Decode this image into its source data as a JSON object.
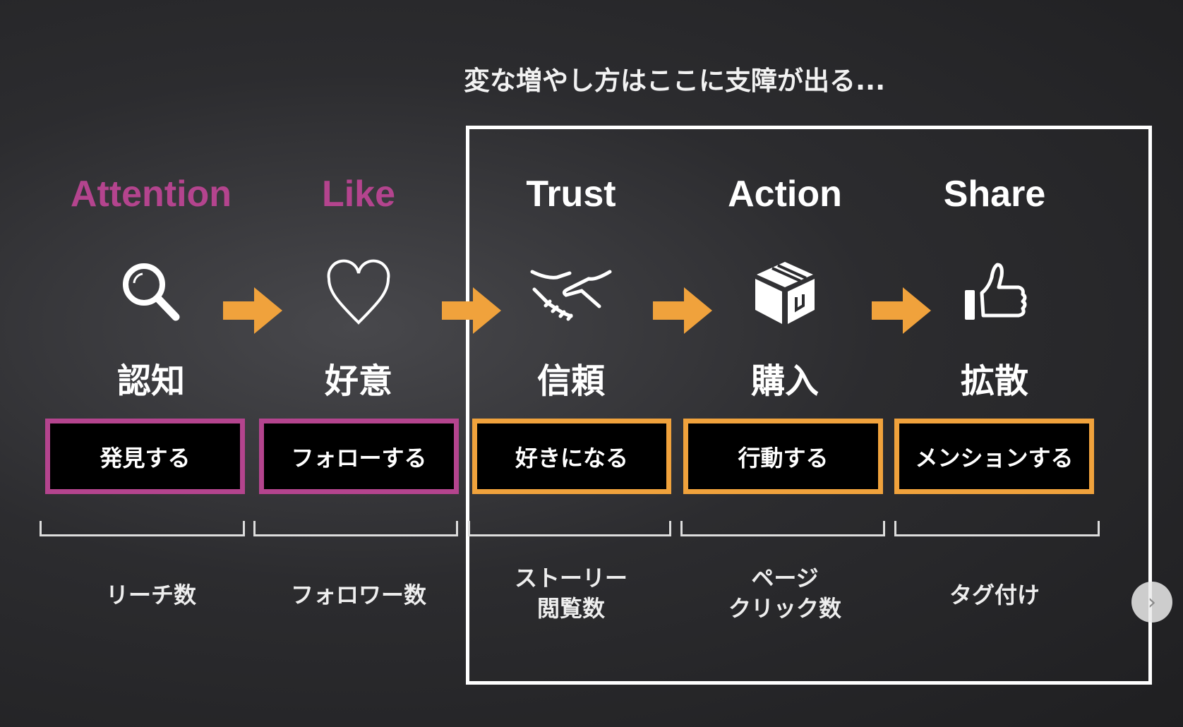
{
  "title": "変な増やし方はここに支障が出る...",
  "colors": {
    "magenta": "#b4448e",
    "orange": "#f0a23c"
  },
  "stages": [
    {
      "en": "Attention",
      "jp": "認知",
      "action": "発見する",
      "metric": "リーチ数",
      "metric2": "",
      "icon": "magnifier-icon",
      "color": "magenta"
    },
    {
      "en": "Like",
      "jp": "好意",
      "action": "フォローする",
      "metric": "フォロワー数",
      "metric2": "",
      "icon": "heart-icon",
      "color": "magenta"
    },
    {
      "en": "Trust",
      "jp": "信頼",
      "action": "好きになる",
      "metric": "ストーリー",
      "metric2": "閲覧数",
      "icon": "handshake-icon",
      "color": "white"
    },
    {
      "en": "Action",
      "jp": "購入",
      "action": "行動する",
      "metric": "ページ",
      "metric2": "クリック数",
      "icon": "box-icon",
      "color": "white"
    },
    {
      "en": "Share",
      "jp": "拡散",
      "action": "メンションする",
      "metric": "タグ付け",
      "metric2": "",
      "icon": "thumbs-up-icon",
      "color": "white"
    }
  ]
}
